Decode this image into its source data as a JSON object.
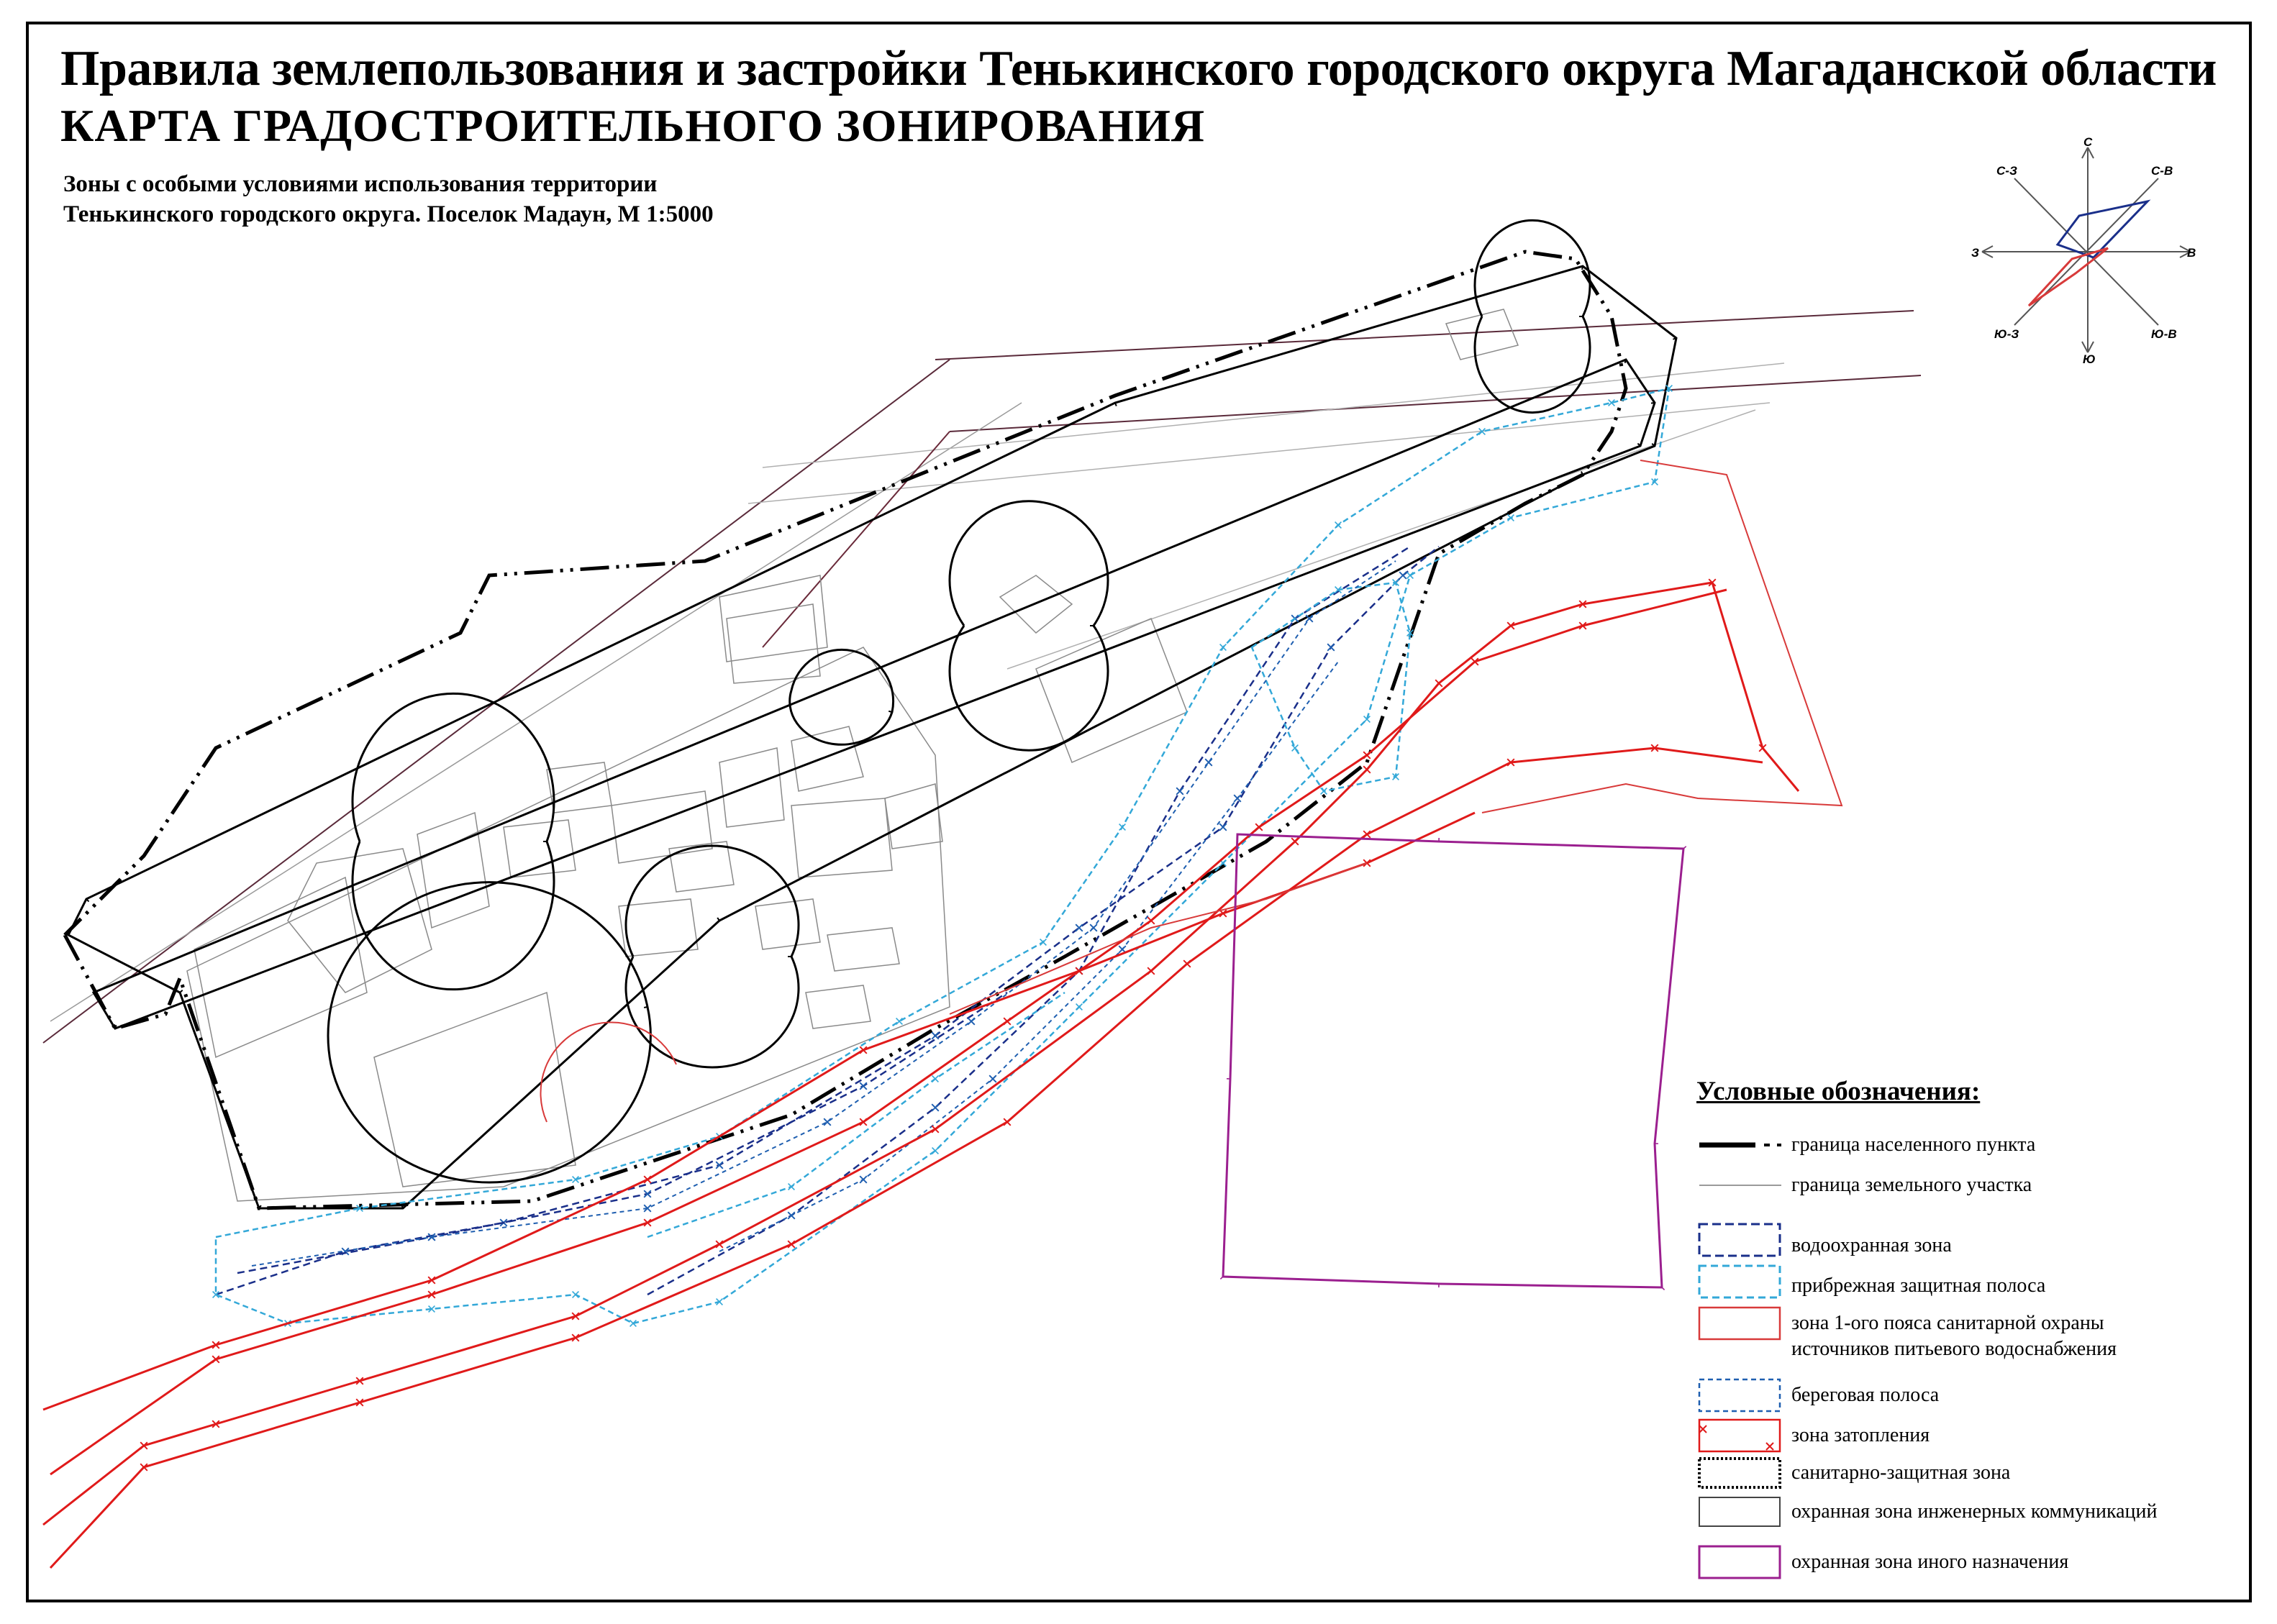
{
  "title": {
    "line1": "Правила землепользования и застройки Тенькинского городского округа Магаданской области",
    "line2": "КАРТА ГРАДОСТРОИТЕЛЬНОГО ЗОНИРОВАНИЯ"
  },
  "subtitle": {
    "line1": "Зоны с особыми условиями использования территории",
    "line2": "Тенькинского городского округа. Поселок Мадаун, М 1:5000"
  },
  "compass": {
    "directions": {
      "n": "С",
      "ne": "С-В",
      "e": "В",
      "se": "Ю-В",
      "s": "Ю",
      "sw": "Ю-З",
      "w": "З",
      "nw": "С-З"
    }
  },
  "legend": {
    "title": "Условные обозначения:",
    "items": [
      {
        "label": "граница населенного пункта",
        "symbol": "settlement-boundary",
        "color": "#000000"
      },
      {
        "label": "граница земельного участка",
        "symbol": "land-plot-boundary",
        "color": "#9a9a9a"
      },
      {
        "label": "водоохранная зона",
        "symbol": "water-protection-zone",
        "color": "#1a2f8a"
      },
      {
        "label": "прибрежная защитная полоса",
        "symbol": "coastal-protection-strip",
        "color": "#33a8d8"
      },
      {
        "label": "зона 1-ого пояса санитарной охраны",
        "label2": "источников питьевого водоснабжения",
        "symbol": "sanitary-protection-zone-1",
        "color": "#d83a3a"
      },
      {
        "label": "береговая полоса",
        "symbol": "shore-strip",
        "color": "#1f5fb0"
      },
      {
        "label": "зона затопления",
        "symbol": "flood-zone",
        "color": "#e01a1a"
      },
      {
        "label": "санитарно-защитная зона",
        "symbol": "sanitary-buffer-zone",
        "color": "#000000"
      },
      {
        "label": "охранная зона инженерных коммуникаций",
        "symbol": "utility-protection-zone",
        "color": "#444444"
      },
      {
        "label": "охранная зона иного назначения",
        "symbol": "other-protection-zone",
        "color": "#9b1f8f"
      }
    ]
  }
}
